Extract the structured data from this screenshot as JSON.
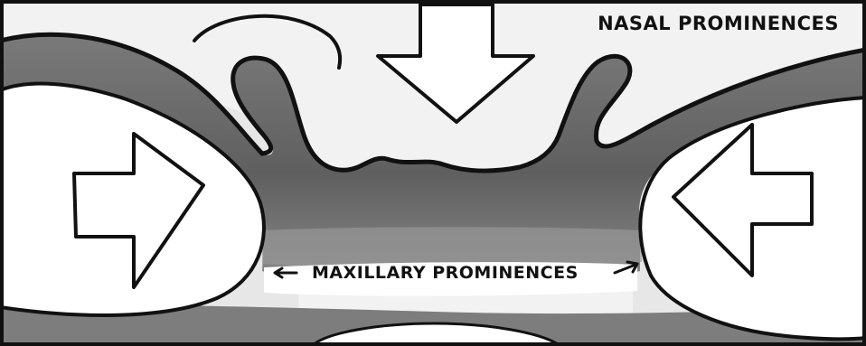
{
  "labels": {
    "nasal": "NASAL PROMINENCES",
    "maxillary": "MAXILLARY PROMINENCES"
  },
  "colors": {
    "tissue_dark": "#6b6b6b",
    "tissue_mid": "#8c8c8c",
    "tissue_light": "#bdbdbd",
    "background": "#f4f4f4",
    "outline": "#111111",
    "arrow_fill": "#ffffff"
  },
  "arrows": {
    "nasal": "down-arrow",
    "left_maxillary": "right-arrow",
    "right_maxillary": "left-arrow"
  }
}
